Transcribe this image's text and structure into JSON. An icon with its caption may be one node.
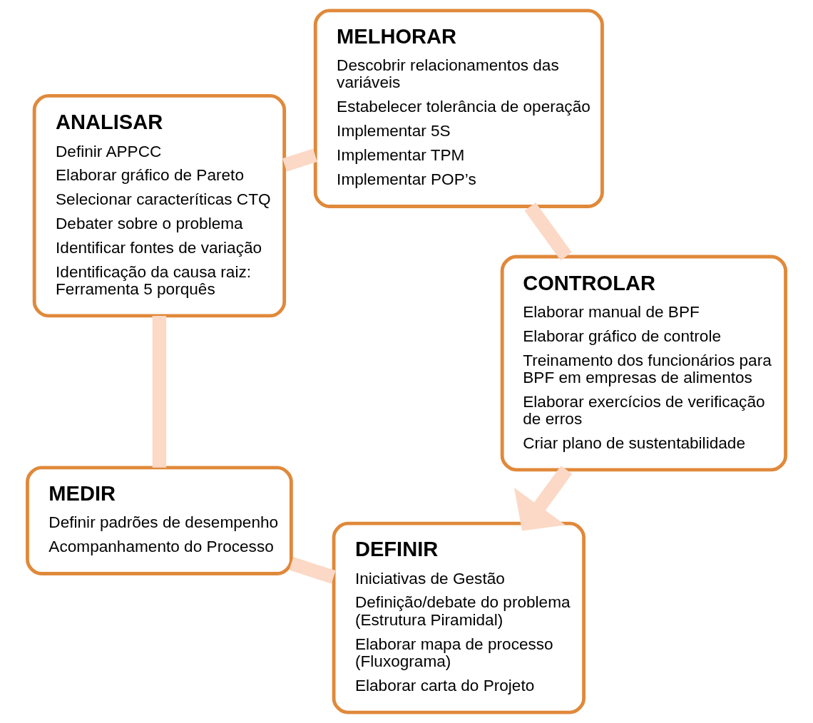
{
  "diagram": {
    "nodes": [
      {
        "text": [
          "DEFINIR",
          "Iniciativas de Gestão",
          "Definição/debate do problema (Estrutura Piramidal)",
          "Elaborar mapa de processo (Fluxograma)",
          "Elaborar carta do Projeto"
        ]
      },
      {
        "text": [
          "MEDIR",
          "Definir padrões de desempenho",
          "Acompanhamento do Processo"
        ]
      },
      {
        "text": [
          "ANALISAR",
          "Definir APPCC",
          "Elaborar gráfico de Pareto",
          "Selecionar caracteríticas CTQ",
          "Debater sobre o problema",
          "Identificar fontes de variação",
          "Identificação da causa raiz: Ferramenta 5 porquês"
        ]
      },
      {
        "text": [
          "MELHORAR",
          "Descobrir relacionamentos das variáveis",
          "Estabelecer tolerância de operação",
          "Implementar 5S",
          "Implementar TPM",
          "Implementar POP’s"
        ]
      },
      {
        "text": [
          "CONTROLAR",
          "Elaborar manual de BPF",
          "Elaborar gráfico de controle",
          "Treinamento dos funcionários para BPF em empresas de alimentos",
          "Elaborar exercícios de verificação de erros",
          "Criar plano de sustentabilidade"
        ]
      }
    ],
    "edges": [
      {
        "from": 0,
        "to": 1,
        "arrow": "none"
      },
      {
        "from": 1,
        "to": 2,
        "arrow": "none"
      },
      {
        "from": 2,
        "to": 3,
        "arrow": "none"
      },
      {
        "from": 3,
        "to": 4,
        "arrow": "none"
      },
      {
        "from": 4,
        "to": 0,
        "arrow": "to"
      }
    ]
  }
}
